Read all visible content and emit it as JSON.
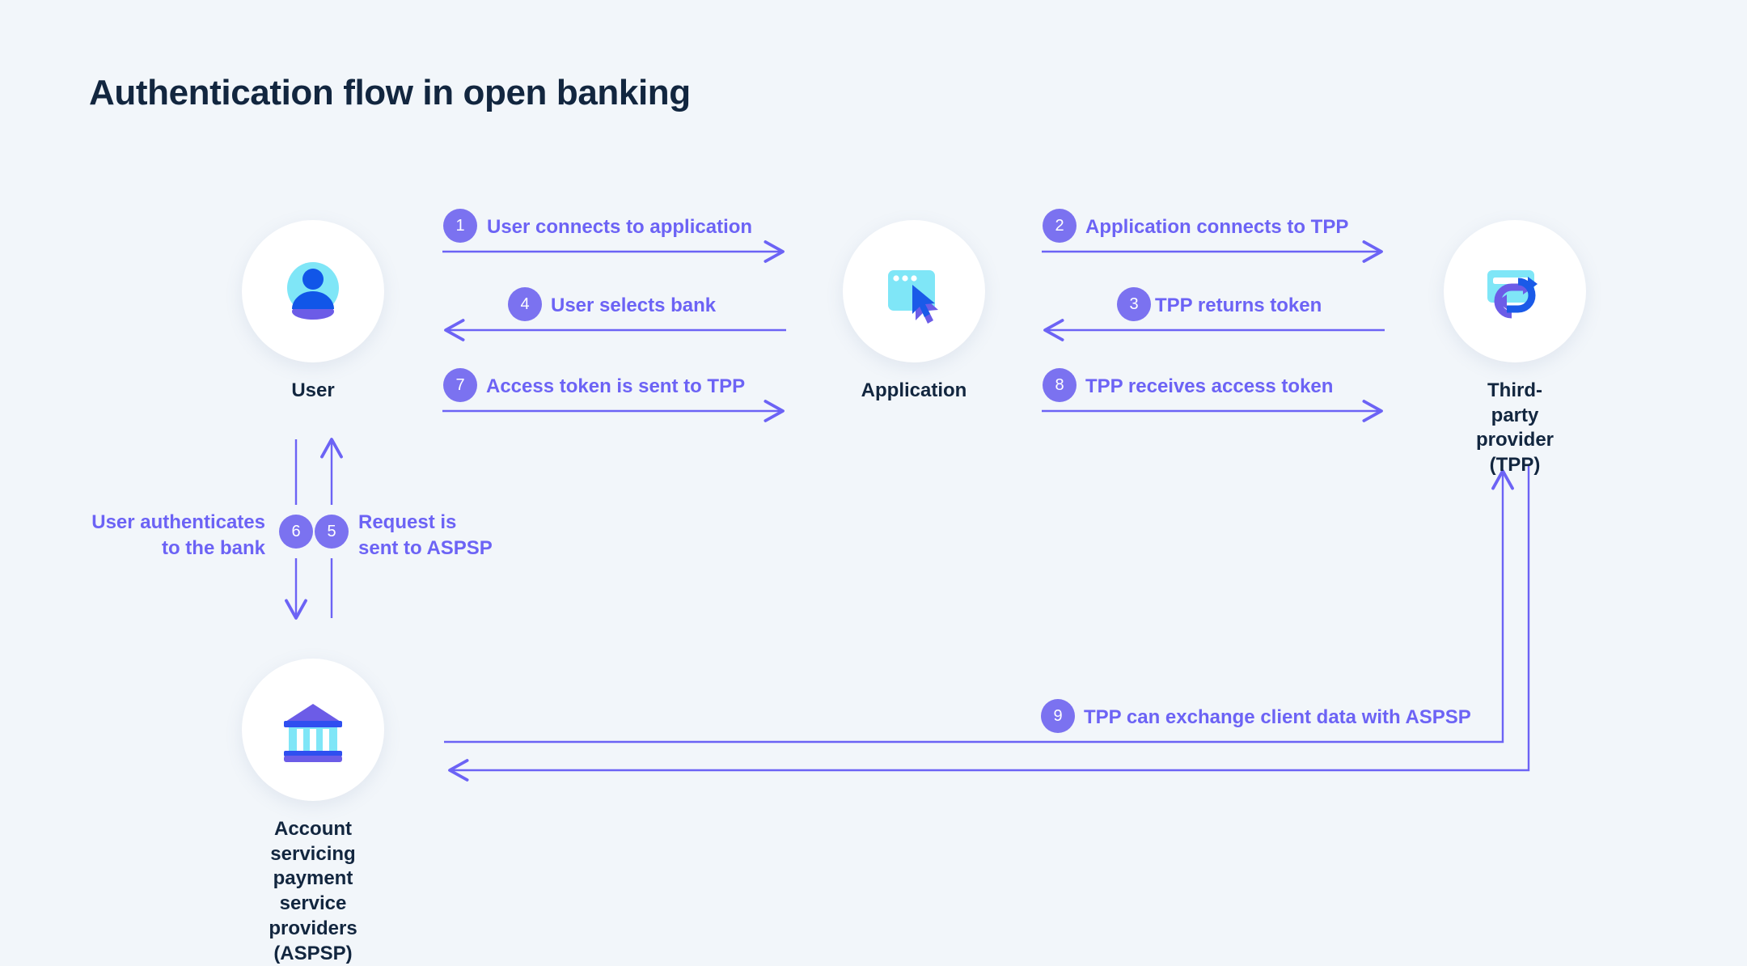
{
  "title": "Authentication flow in open banking",
  "theme": {
    "background": "#f2f6fa",
    "title_color": "#12263f",
    "accent_purple": "#6c63f5",
    "badge_fill": "#7b72f0",
    "badge_text": "#ffffff",
    "node_fill": "#ffffff",
    "icon_cyan": "#7fe6f7",
    "icon_blue": "#1156e8",
    "icon_purple": "#6c5ce7",
    "line_color": "#6c63f5"
  },
  "nodes": [
    {
      "id": "user",
      "label": "User",
      "icon": "user-avatar-icon"
    },
    {
      "id": "application",
      "label": "Application",
      "icon": "browser-window-cursor-icon"
    },
    {
      "id": "tpp",
      "label": "Third-party\nprovider (TPP)",
      "icon": "credit-card-exchange-icon"
    },
    {
      "id": "aspsp",
      "label": "Account servicing payment\nservice providers (ASPSP)",
      "icon": "bank-building-icon"
    }
  ],
  "steps": [
    {
      "number": "1",
      "label": "User connects to application",
      "from": "user",
      "to": "application",
      "direction": "right"
    },
    {
      "number": "2",
      "label": "Application connects to TPP",
      "from": "application",
      "to": "tpp",
      "direction": "right"
    },
    {
      "number": "3",
      "label": "TPP returns token",
      "from": "tpp",
      "to": "application",
      "direction": "left"
    },
    {
      "number": "4",
      "label": "User selects bank",
      "from": "application",
      "to": "user",
      "direction": "left"
    },
    {
      "number": "5",
      "label": "Request is\nsent to ASPSP",
      "from": "aspsp",
      "to": "user",
      "direction": "up"
    },
    {
      "number": "6",
      "label": "User authenticates\nto the bank",
      "from": "user",
      "to": "aspsp",
      "direction": "down"
    },
    {
      "number": "7",
      "label": "Access token is sent to TPP",
      "from": "user",
      "to": "application",
      "direction": "right"
    },
    {
      "number": "8",
      "label": "TPP receives access token",
      "from": "application",
      "to": "tpp",
      "direction": "right"
    },
    {
      "number": "9",
      "label": "TPP can exchange client data with ASPSP",
      "from": "tpp",
      "to": "aspsp",
      "direction": "bidirectional"
    }
  ]
}
